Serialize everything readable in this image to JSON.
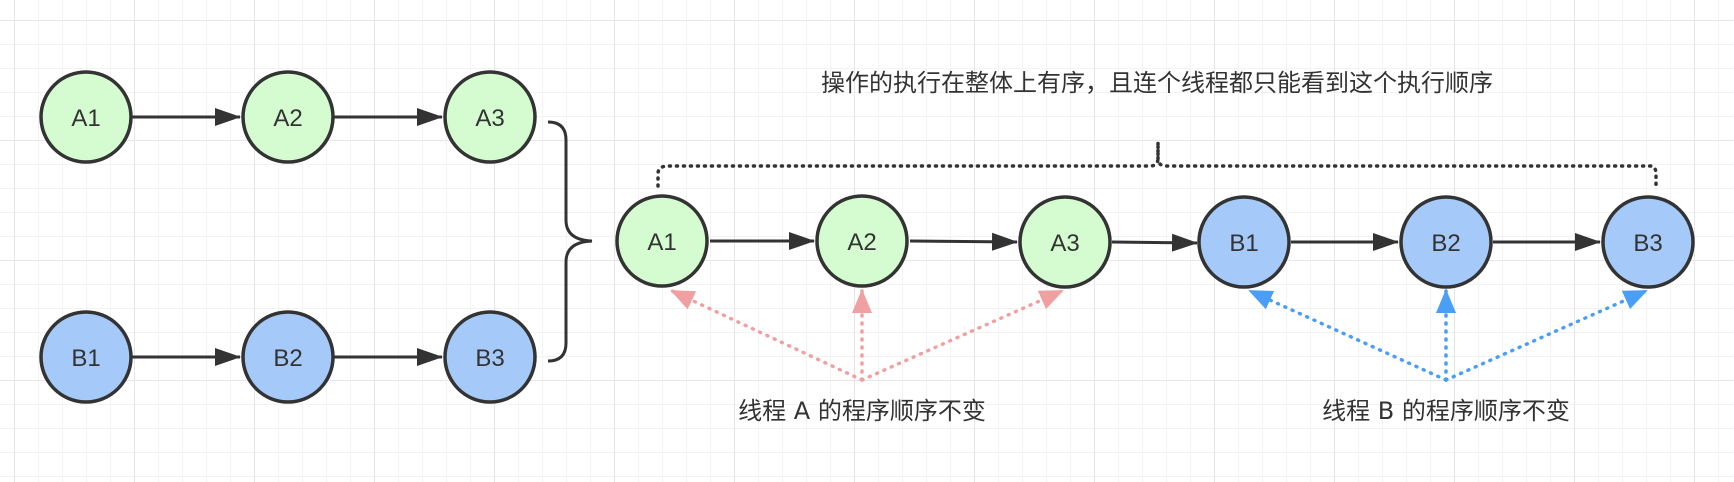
{
  "colors": {
    "thread_a_fill": "#d5fcd0",
    "thread_b_fill": "#a5c9f8",
    "node_stroke": "#333333",
    "arrow": "#333333",
    "thread_a_pointer": "#f0a0a0",
    "thread_b_pointer": "#4a9ef5"
  },
  "thread_a": {
    "nodes": [
      "A1",
      "A2",
      "A3"
    ]
  },
  "thread_b": {
    "nodes": [
      "B1",
      "B2",
      "B3"
    ]
  },
  "merged_sequence": [
    "A1",
    "A2",
    "A3",
    "B1",
    "B2",
    "B3"
  ],
  "captions": {
    "total_order": "操作的执行在整体上有序，且连个线程都只能看到这个执行顺序",
    "thread_a_order": "线程 A 的程序顺序不变",
    "thread_b_order": "线程 B 的程序顺序不变"
  }
}
